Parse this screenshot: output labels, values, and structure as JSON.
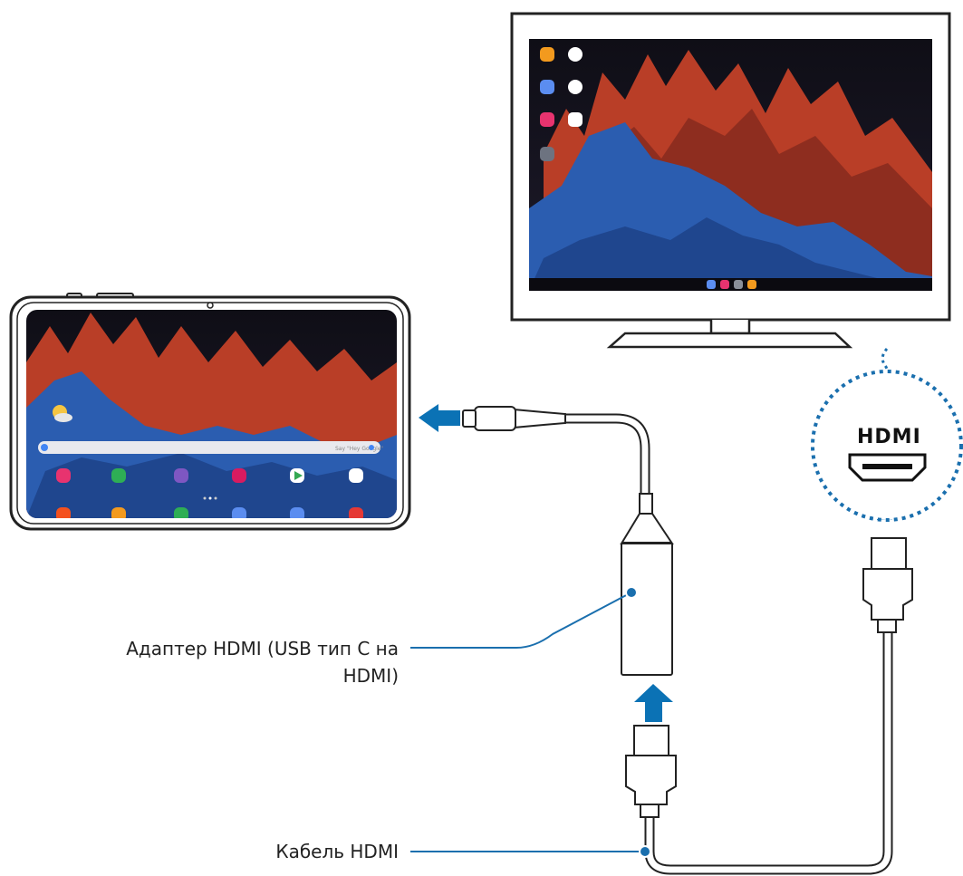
{
  "labels": {
    "adapter_line1": "Адаптер HDMI (USB тип C на",
    "adapter_line2": "HDMI)",
    "cable": "Кабель HDMI",
    "hdmi_port": "HDMI"
  },
  "tablet": {
    "search_hint": "Say \"Hey Google\""
  },
  "colors": {
    "arrow": "#0b72b5",
    "zoom_circle": "#1a6fae",
    "outline": "#222222",
    "sky": "#14121c",
    "rock_orange": "#c0442a",
    "rock_blue": "#2c5fb0"
  },
  "icons": [
    "camera-icon",
    "gallery-icon",
    "calculator-icon",
    "store-icon",
    "play-store-icon",
    "google-apps-icon",
    "notes-icon",
    "files-icon",
    "phone-icon",
    "messages-icon",
    "internet-icon",
    "screen-recorder-icon",
    "settings-icon"
  ]
}
